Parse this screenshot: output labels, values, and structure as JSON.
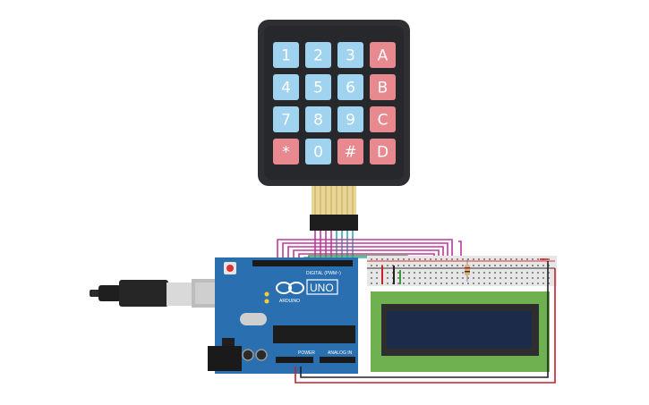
{
  "keypad": {
    "keys": [
      {
        "label": "1",
        "kind": "num"
      },
      {
        "label": "2",
        "kind": "num"
      },
      {
        "label": "3",
        "kind": "num"
      },
      {
        "label": "A",
        "kind": "letter"
      },
      {
        "label": "4",
        "kind": "num"
      },
      {
        "label": "5",
        "kind": "num"
      },
      {
        "label": "6",
        "kind": "num"
      },
      {
        "label": "B",
        "kind": "letter"
      },
      {
        "label": "7",
        "kind": "num"
      },
      {
        "label": "8",
        "kind": "num"
      },
      {
        "label": "9",
        "kind": "num"
      },
      {
        "label": "C",
        "kind": "letter"
      },
      {
        "label": "*",
        "kind": "letter"
      },
      {
        "label": "0",
        "kind": "num"
      },
      {
        "label": "#",
        "kind": "letter"
      },
      {
        "label": "D",
        "kind": "letter"
      }
    ]
  },
  "arduino": {
    "model": "UNO",
    "brand": "ARDUINO",
    "digital_label": "DIGITAL (PWM~)",
    "power_label": "POWER",
    "analog_label": "ANALOG IN"
  },
  "colors": {
    "keypad_body": "#2d2f33",
    "key_blue": "#9fd3f0",
    "key_red": "#e8888f",
    "board_blue": "#2a6fb0",
    "wire_magenta": "#c0399a",
    "wire_teal": "#2aa8b8",
    "wire_green": "#3a9a3a",
    "wire_red": "#c8202a",
    "wire_black": "#222222",
    "lcd_pcb": "#6fb050",
    "lcd_screen": "#1d2b4a"
  }
}
